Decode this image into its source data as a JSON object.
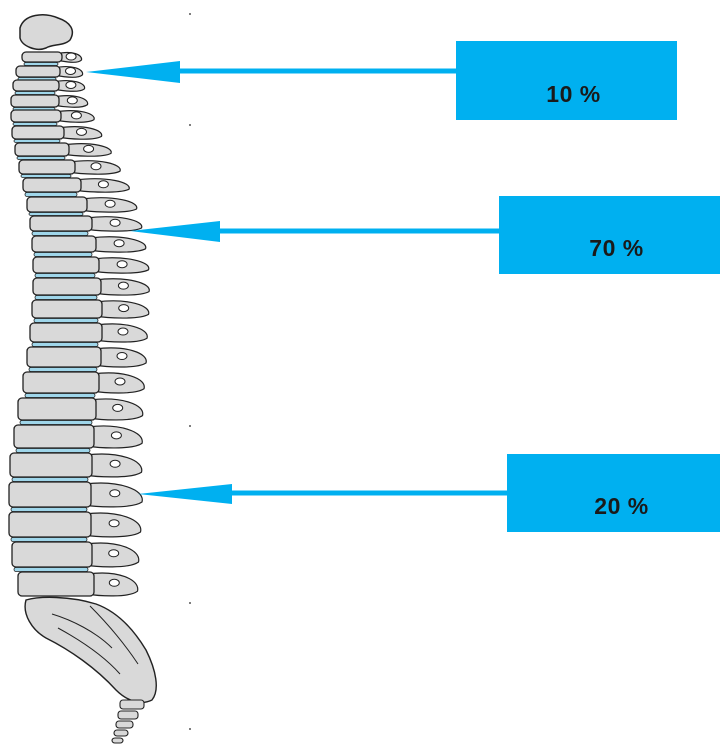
{
  "colors": {
    "accent": "#00b0f0",
    "bone": "#d9d9d9",
    "disc": "#9fd6ea",
    "outline": "#222222"
  },
  "labels": {
    "cervical": "10 %",
    "thoracic": "70 %",
    "lumbar": "20 %"
  }
}
